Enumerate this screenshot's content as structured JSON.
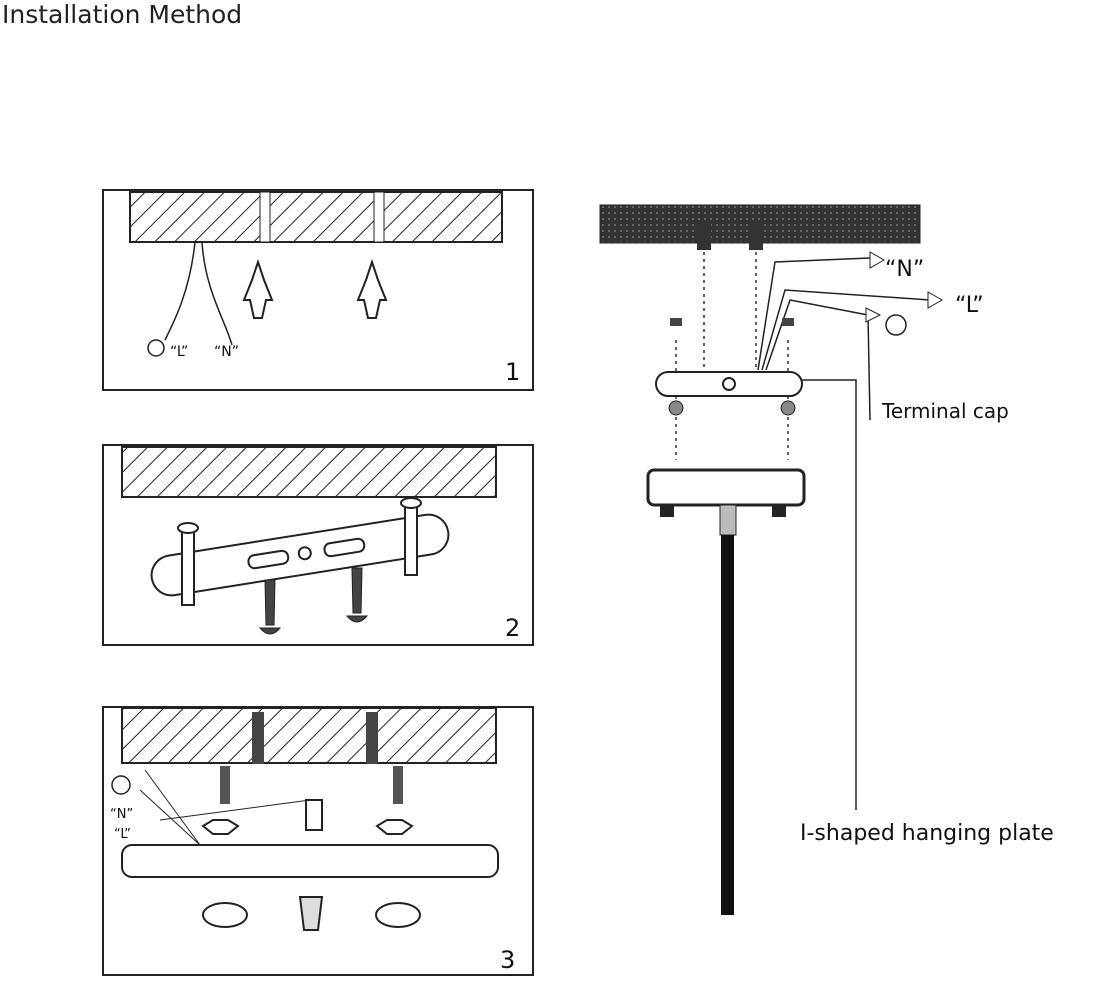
{
  "title": "Installation Method",
  "steps": [
    {
      "number": "1",
      "labels": {
        "l": "“L”",
        "n": "“N”"
      }
    },
    {
      "number": "2"
    },
    {
      "number": "3",
      "labels": {
        "n": "“N”",
        "l": "“L”"
      }
    }
  ],
  "overview": {
    "n_label": "“N”",
    "l_label": "“L”",
    "terminal_cap": "Terminal cap",
    "hanging_plate": "I-shaped hanging plate"
  }
}
